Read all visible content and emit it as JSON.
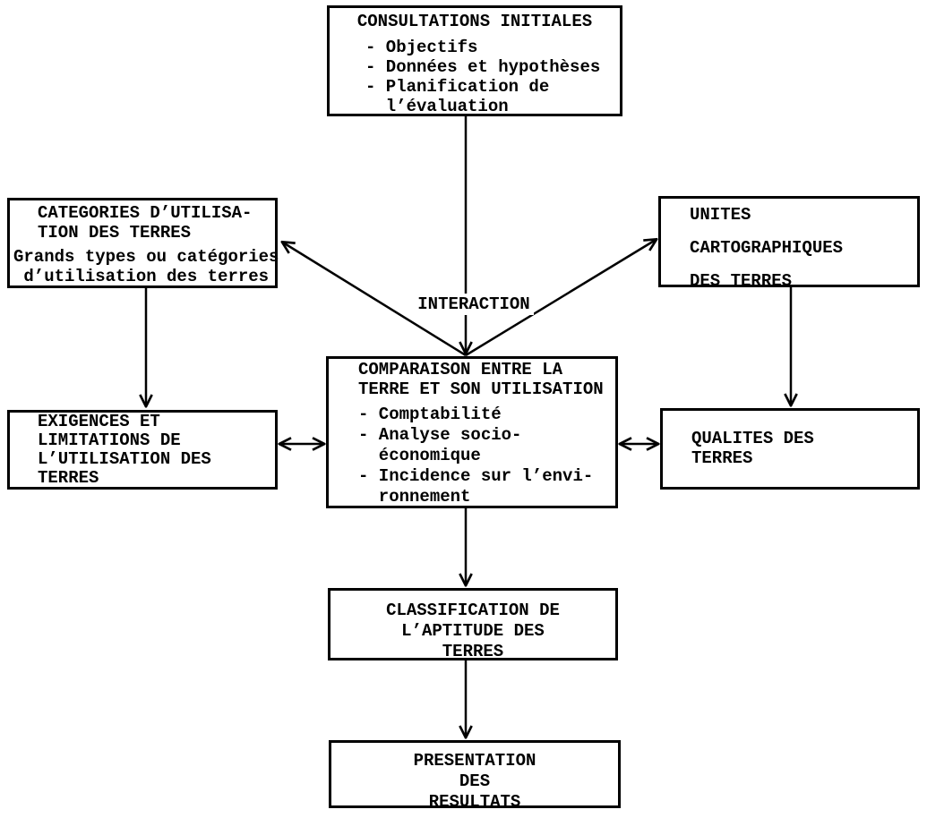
{
  "diagram": {
    "interaction_label": "INTERACTION",
    "colors": {
      "ink": "#000000",
      "paper": "#ffffff"
    },
    "boxes": {
      "consultations": {
        "title": "CONSULTATIONS INITIALES",
        "lines": [
          "- Objectifs",
          "- Données et hypothèses",
          "- Planification de",
          "  l’évaluation"
        ]
      },
      "categories": {
        "title_lines": [
          "CATEGORIES D’UTILISA-",
          "TION DES TERRES"
        ],
        "lines": [
          "Grands types ou catégories",
          " d’utilisation des terres"
        ]
      },
      "unites": {
        "lines": [
          "UNITES",
          "CARTOGRAPHIQUES",
          "DES TERRES"
        ]
      },
      "comparaison": {
        "title_lines": [
          "COMPARAISON ENTRE LA",
          "TERRE ET SON UTILISATION"
        ],
        "lines": [
          "- Comptabilité",
          "- Analyse socio-",
          "  économique",
          "- Incidence sur l’envi-",
          "  ronnement"
        ]
      },
      "exigences": {
        "lines": [
          "EXIGENCES ET",
          "LIMITATIONS DE",
          "L’UTILISATION DES",
          "TERRES"
        ]
      },
      "qualites": {
        "lines": [
          "QUALITES DES",
          "TERRES"
        ]
      },
      "classification": {
        "lines": [
          "CLASSIFICATION DE",
          "L’APTITUDE DES",
          "TERRES"
        ]
      },
      "presentation": {
        "lines": [
          "PRESENTATION",
          "DES",
          "RESULTATS"
        ]
      }
    }
  }
}
